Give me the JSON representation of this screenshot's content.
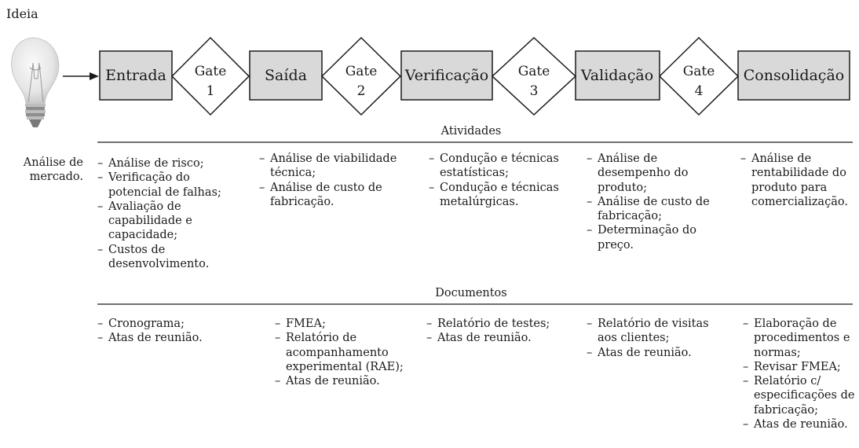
{
  "idea_label": "Ideia",
  "stages": [
    "Entrada",
    "Saída",
    "Verificação",
    "Validação",
    "Consolidação"
  ],
  "gates": [
    {
      "line1": "Gate",
      "line2": "1"
    },
    {
      "line1": "Gate",
      "line2": "2"
    },
    {
      "line1": "Gate",
      "line2": "3"
    },
    {
      "line1": "Gate",
      "line2": "4"
    }
  ],
  "atividades_title": "Atividades",
  "documentos_title": "Documentos",
  "ideia_activities": [
    "Análise de mercado."
  ],
  "activities": [
    [
      "Análise de risco;",
      "Verificação do potencial de falhas;",
      "Avaliação de capabilidade e capacidade;",
      "Custos de desenvolvimento."
    ],
    [
      "Análise de viabilidade técnica;",
      "Análise de custo de fabricação."
    ],
    [
      "Condução e técnicas estatísticas;",
      "Condução e técnicas metalúrgicas."
    ],
    [
      "Análise de desempenho do produto;",
      "Análise de custo de fabricação;",
      "Determinação do preço."
    ],
    [
      "Análise de rentabilidade do produto para comercialização."
    ]
  ],
  "documents": [
    [
      "Cronograma;",
      "Atas de reunião."
    ],
    [
      "FMEA;",
      "Relatório de acompanhamento experimental (RAE);",
      "Atas de reunião."
    ],
    [
      "Relatório de testes;",
      "Atas de reunião."
    ],
    [
      "Relatório de visitas aos clientes;",
      "Atas de reunião."
    ],
    [
      "Elaboração de procedimentos e normas;",
      "Revisar FMEA;",
      "Relatório c/ especificações de fabricação;",
      "Atas de reunião."
    ]
  ],
  "colors": {
    "box_fill": "#d9d9d9",
    "stroke": "#1a1a1a"
  }
}
